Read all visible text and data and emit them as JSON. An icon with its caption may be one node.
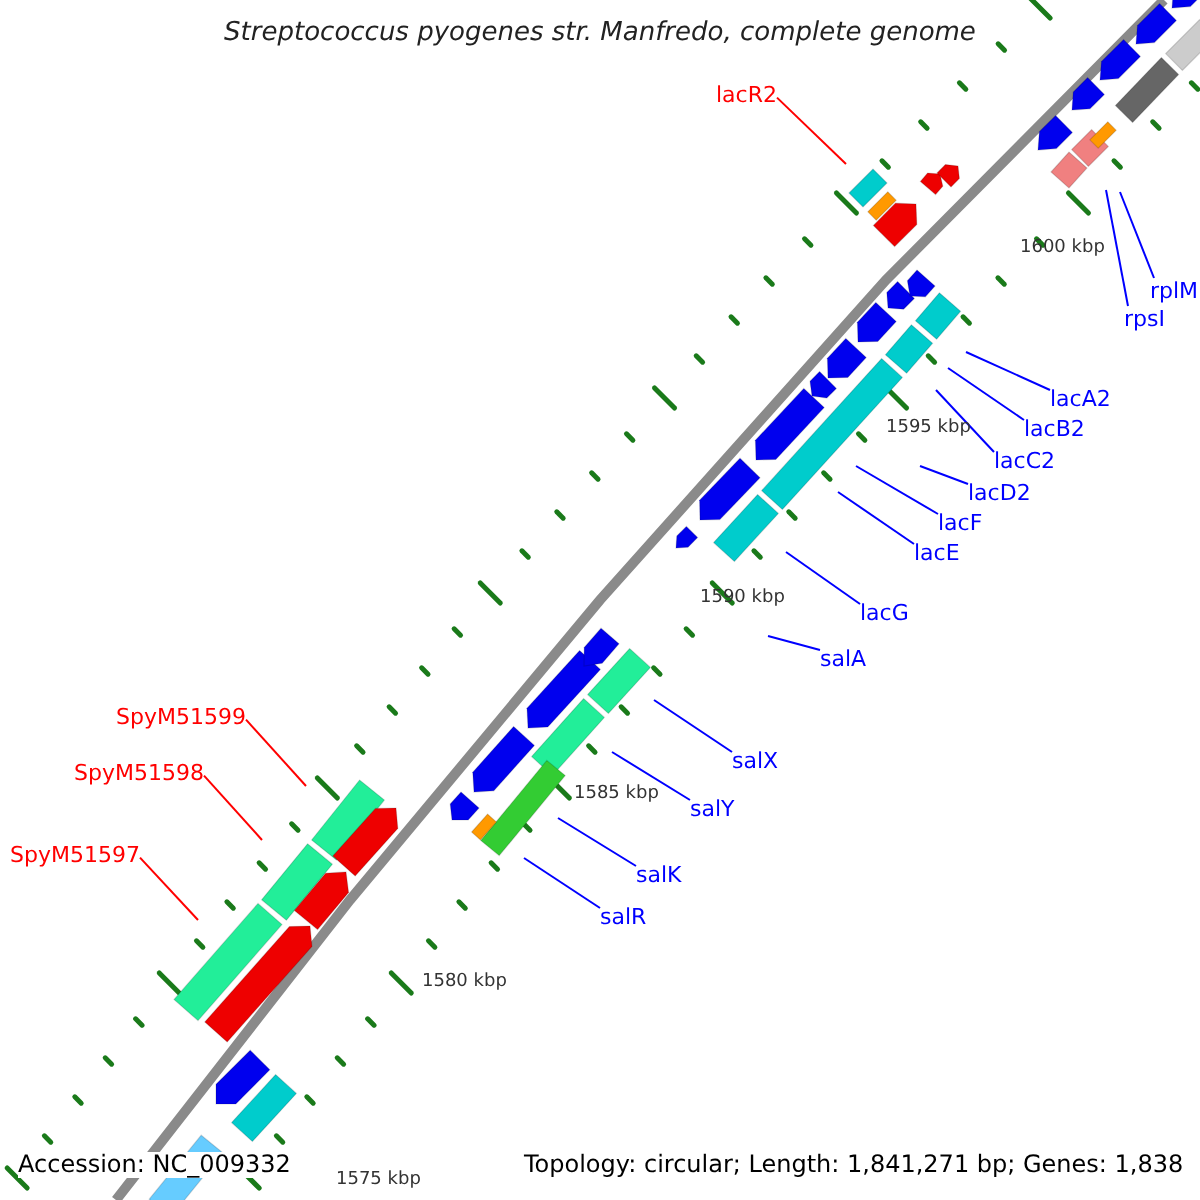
{
  "diagram": {
    "title": "Streptococcus pyogenes str. Manfredo, complete genome",
    "nodes": [
      {
        "text": [
          "lacR2"
        ]
      },
      {
        "text": [
          "rplM"
        ]
      },
      {
        "text": [
          "rpsI"
        ]
      },
      {
        "text": [
          "lacA2"
        ]
      },
      {
        "text": [
          "lacB2"
        ]
      },
      {
        "text": [
          "lacC2"
        ]
      },
      {
        "text": [
          "lacD2"
        ]
      },
      {
        "text": [
          "lacF"
        ]
      },
      {
        "text": [
          "lacE"
        ]
      },
      {
        "text": [
          "lacG"
        ]
      },
      {
        "text": [
          "salA"
        ]
      },
      {
        "text": [
          "SpyM51599"
        ]
      },
      {
        "text": [
          "salX"
        ]
      },
      {
        "text": [
          "SpyM51598"
        ]
      },
      {
        "text": [
          "salY"
        ]
      },
      {
        "text": [
          "SpyM51597"
        ]
      },
      {
        "text": [
          "salK"
        ]
      },
      {
        "text": [
          "salR"
        ]
      }
    ],
    "edges": [
      {
        "from": 0,
        "to": null,
        "arrow": "none",
        "color": "#ff0000"
      },
      {
        "from": 1,
        "to": null,
        "arrow": "none"
      },
      {
        "from": 2,
        "to": null,
        "arrow": "none"
      },
      {
        "from": 3,
        "to": null,
        "arrow": "none"
      },
      {
        "from": 4,
        "to": null,
        "arrow": "none"
      },
      {
        "from": 5,
        "to": null,
        "arrow": "none"
      },
      {
        "from": 6,
        "to": null,
        "arrow": "none"
      },
      {
        "from": 7,
        "to": null,
        "arrow": "none"
      },
      {
        "from": 8,
        "to": null,
        "arrow": "none"
      },
      {
        "from": 9,
        "to": null,
        "arrow": "none"
      },
      {
        "from": 10,
        "to": null,
        "arrow": "none"
      },
      {
        "from": 11,
        "to": null,
        "arrow": "none",
        "color": "#ff0000"
      },
      {
        "from": 12,
        "to": null,
        "arrow": "none"
      },
      {
        "from": 13,
        "to": null,
        "arrow": "none",
        "color": "#ff0000"
      },
      {
        "from": 14,
        "to": null,
        "arrow": "none"
      },
      {
        "from": 15,
        "to": null,
        "arrow": "none",
        "color": "#ff0000"
      },
      {
        "from": 16,
        "to": null,
        "arrow": "none"
      },
      {
        "from": 17,
        "to": null,
        "arrow": "none"
      }
    ],
    "labels": [
      "1600 kbp",
      "1595 kbp",
      "1590 kbp",
      "1585 kbp",
      "1580 kbp",
      "1575 kbp",
      "Accession: NC_009332",
      "Topology: circular; Length: 1,841,271 bp; Genes: 1,838"
    ]
  }
}
